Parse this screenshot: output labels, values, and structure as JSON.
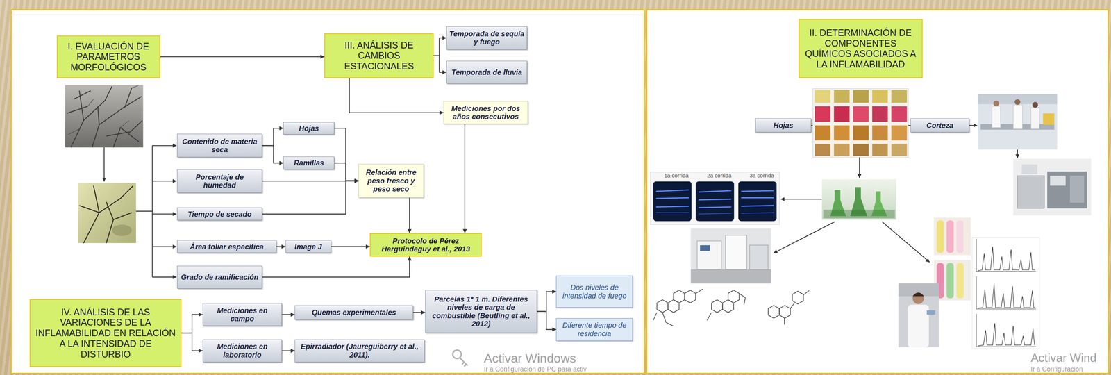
{
  "diagram": {
    "nodes": [
      {
        "text": [
          "I. EVALUACIÓN DE PARAMETROS MORFOLÓGICOS"
        ]
      },
      {
        "text": [
          "III. ANÁLISIS DE CAMBIOS ESTACIONALES"
        ]
      },
      {
        "text": [
          "Temporada de sequía y fuego"
        ]
      },
      {
        "text": [
          "Temporada de lluvia"
        ]
      },
      {
        "text": [
          "Mediciones por dos años consecutivos"
        ]
      },
      {
        "text": [
          "Contenido de materia seca"
        ]
      },
      {
        "text": [
          "Hojas"
        ]
      },
      {
        "text": [
          "Ramillas"
        ]
      },
      {
        "text": [
          "Porcentaje de humedad"
        ]
      },
      {
        "text": [
          "Relación entre peso fresco y peso seco"
        ]
      },
      {
        "text": [
          "Tiempo de secado"
        ]
      },
      {
        "text": [
          "Área foliar específica"
        ]
      },
      {
        "text": [
          "Image J"
        ]
      },
      {
        "text": [
          "Protocolo de Pérez Harguindeguy et al., 2013"
        ]
      },
      {
        "text": [
          "Grado de ramificación"
        ]
      },
      {
        "text": [
          "IV. ANÁLISIS DE LAS VARIACIONES DE LA INFLAMABILIDAD EN RELACIÓN A LA INTENSIDAD DE DISTURBIO"
        ]
      },
      {
        "text": [
          "Mediciones en campo"
        ]
      },
      {
        "text": [
          "Mediciones en laboratorio"
        ]
      },
      {
        "text": [
          "Quemas experimentales"
        ]
      },
      {
        "text": [
          "Epirradiador (Jaureguiberry et al., 2011)."
        ]
      },
      {
        "text": [
          "Parcelas 1* 1 m. Diferentes niveles de carga de combustible (Beutling et al., 2012)"
        ]
      },
      {
        "text": [
          "Dos niveles de intensidad de fuego"
        ]
      },
      {
        "text": [
          "Diferente tiempo de residencia"
        ]
      },
      {
        "text": [
          "II. DETERMINACIÓN DE COMPONENTES QUÍMICOS ASOCIADOS A LA INFLAMABILIDAD"
        ]
      },
      {
        "text": [
          "Hojas"
        ]
      },
      {
        "text": [
          "Corteza"
        ]
      }
    ],
    "edges": [
      {
        "from": 0,
        "to": 1,
        "arrow": "to"
      },
      {
        "from": 1,
        "to": 2,
        "arrow": "to"
      },
      {
        "from": 1,
        "to": 3,
        "arrow": "to"
      },
      {
        "from": 1,
        "to": 4,
        "arrow": "to"
      },
      {
        "from": 4,
        "to": 13,
        "arrow": "to"
      },
      {
        "from": 5,
        "to": 6,
        "arrow": "to"
      },
      {
        "from": 5,
        "to": 7,
        "arrow": "to"
      },
      {
        "from": 6,
        "to": 9,
        "arrow": "to"
      },
      {
        "from": 7,
        "to": 9,
        "arrow": "to"
      },
      {
        "from": 8,
        "to": 9,
        "arrow": "to"
      },
      {
        "from": 10,
        "to": 9,
        "arrow": "to"
      },
      {
        "from": 9,
        "to": 13,
        "arrow": "to"
      },
      {
        "from": 11,
        "to": 12,
        "arrow": "to"
      },
      {
        "from": 12,
        "to": 13,
        "arrow": "to"
      },
      {
        "from": 14,
        "to": 13,
        "arrow": "to"
      },
      {
        "from": 15,
        "to": 16,
        "arrow": "to"
      },
      {
        "from": 15,
        "to": 17,
        "arrow": "to"
      },
      {
        "from": 16,
        "to": 18,
        "arrow": "to"
      },
      {
        "from": 17,
        "to": 19,
        "arrow": "to"
      },
      {
        "from": 18,
        "to": 20,
        "arrow": "to"
      },
      {
        "from": 20,
        "to": 21,
        "arrow": "to"
      },
      {
        "from": 20,
        "to": 22,
        "arrow": "to"
      }
    ],
    "labels": [
      "1a corrida",
      "2a corrida",
      "3a corrida",
      "Activar Windows",
      "Ir a Configuración de PC para activ",
      "Activar Wind",
      "Ir a Configuración"
    ]
  }
}
